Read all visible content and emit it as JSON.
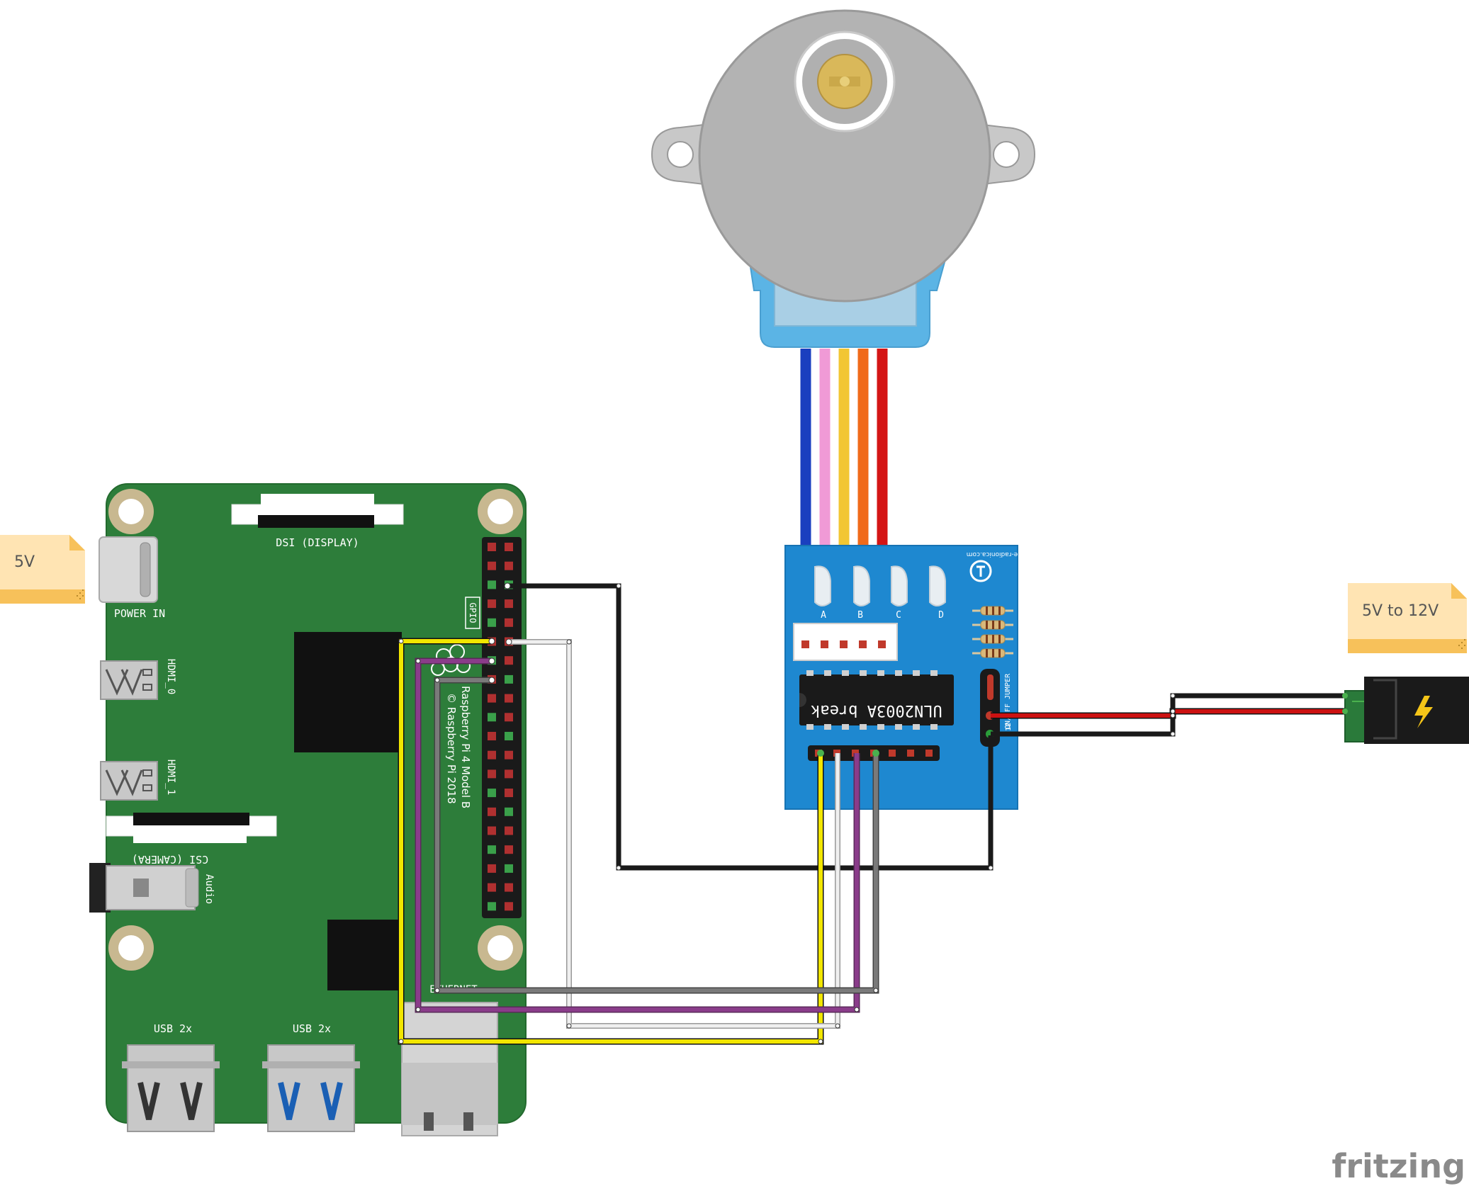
{
  "pi": {
    "dsi": "DSI (DISPLAY)",
    "power_in": "POWER IN",
    "hdmi0": "HDMI_0",
    "hdmi1": "HDMI_1",
    "csi": "CSI (CAMERA)",
    "audio": "Audio",
    "gpio": "GPIO",
    "model": "Raspberry Pi 4 Model B",
    "copyright": "© Raspberry Pi 2018",
    "usb_a": "USB 2x",
    "usb_b": "USB 2x",
    "ethernet": "ETHERNET"
  },
  "driver": {
    "chip": "ULN2003A break",
    "site": "e-radionica.com",
    "led_labels": [
      "A",
      "B",
      "C",
      "D"
    ],
    "jumper": "ON/OFF JUMPER",
    "pin_label": "12"
  },
  "notes": {
    "pi_power": "5V",
    "driver_power": "5V to 12V"
  },
  "brand": "fritzing",
  "colors": {
    "pcb_green": "#2d7d3a",
    "driver_blue": "#1e88d0",
    "motor_gray": "#b3b3b3",
    "motor_blue": "#5bb4e5",
    "wire_black": "#1a1a1a",
    "wire_yellow": "#f2e600",
    "wire_white": "#f0f0f0",
    "wire_purple": "#8a3c8a",
    "wire_gray": "#7a7a7a",
    "wire_red": "#cc1111",
    "motor_wire_blue": "#1a3fbf",
    "motor_wire_pink": "#f09ad6",
    "motor_wire_yellow": "#f2c633",
    "motor_wire_orange": "#f06a1a",
    "motor_wire_red": "#d41515",
    "note_fill": "#ffe4b3"
  }
}
